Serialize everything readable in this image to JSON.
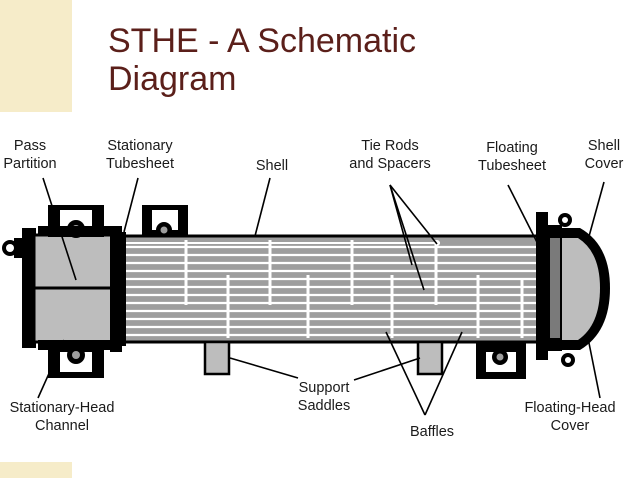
{
  "slide": {
    "title_line1": "STHE - A Schematic",
    "title_line2": "Diagram"
  },
  "colors": {
    "title": "#5b1f1a",
    "accent_band": "#f6ecc9",
    "channel_fill": "#bdbdbd",
    "shell_fill": "#9e9e9e",
    "outline": "#000000"
  },
  "labels": {
    "pass_partition": [
      "Pass",
      "Partition"
    ],
    "stationary_tubesheet": [
      "Stationary",
      "Tubesheet"
    ],
    "shell": [
      "Shell"
    ],
    "tie_rods": [
      "Tie Rods",
      "and Spacers"
    ],
    "floating_tubesheet": [
      "Floating",
      "Tubesheet"
    ],
    "shell_cover": [
      "Shell",
      "Cover"
    ],
    "support_saddles": [
      "Support",
      "Saddles"
    ],
    "stationary_head": [
      "Stationary-Head",
      "Channel"
    ],
    "baffles": [
      "Baffles"
    ],
    "floating_head": [
      "Floating-Head",
      "Cover"
    ]
  }
}
